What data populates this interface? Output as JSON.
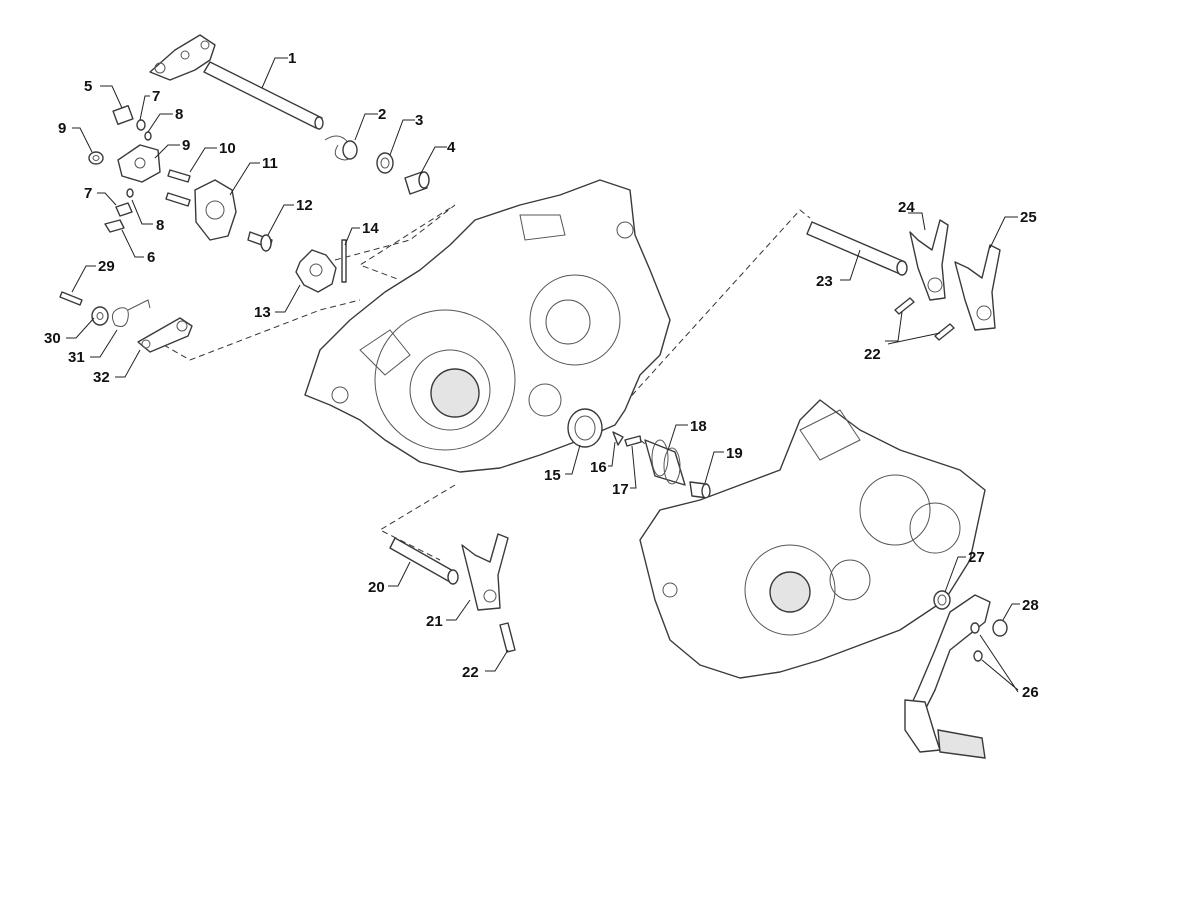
{
  "diagram": {
    "title": "Gear shift mechanism exploded view",
    "callouts": [
      {
        "id": "c1",
        "text": "1"
      },
      {
        "id": "c2",
        "text": "2"
      },
      {
        "id": "c3",
        "text": "3"
      },
      {
        "id": "c4",
        "text": "4"
      },
      {
        "id": "c5",
        "text": "5"
      },
      {
        "id": "c7a",
        "text": "7"
      },
      {
        "id": "c8a",
        "text": "8"
      },
      {
        "id": "c9a",
        "text": "9"
      },
      {
        "id": "c9b",
        "text": "9"
      },
      {
        "id": "c10",
        "text": "10"
      },
      {
        "id": "c11",
        "text": "11"
      },
      {
        "id": "c7b",
        "text": "7"
      },
      {
        "id": "c8b",
        "text": "8"
      },
      {
        "id": "c6",
        "text": "6"
      },
      {
        "id": "c12",
        "text": "12"
      },
      {
        "id": "c14",
        "text": "14"
      },
      {
        "id": "c13",
        "text": "13"
      },
      {
        "id": "c29",
        "text": "29"
      },
      {
        "id": "c30",
        "text": "30"
      },
      {
        "id": "c31",
        "text": "31"
      },
      {
        "id": "c32",
        "text": "32"
      },
      {
        "id": "c24",
        "text": "24"
      },
      {
        "id": "c25",
        "text": "25"
      },
      {
        "id": "c23",
        "text": "23"
      },
      {
        "id": "c22a",
        "text": "22"
      },
      {
        "id": "c18",
        "text": "18"
      },
      {
        "id": "c19",
        "text": "19"
      },
      {
        "id": "c15",
        "text": "15"
      },
      {
        "id": "c16",
        "text": "16"
      },
      {
        "id": "c17",
        "text": "17"
      },
      {
        "id": "c20",
        "text": "20"
      },
      {
        "id": "c21",
        "text": "21"
      },
      {
        "id": "c22b",
        "text": "22"
      },
      {
        "id": "c27",
        "text": "27"
      },
      {
        "id": "c28",
        "text": "28"
      },
      {
        "id": "c26",
        "text": "26"
      }
    ]
  }
}
